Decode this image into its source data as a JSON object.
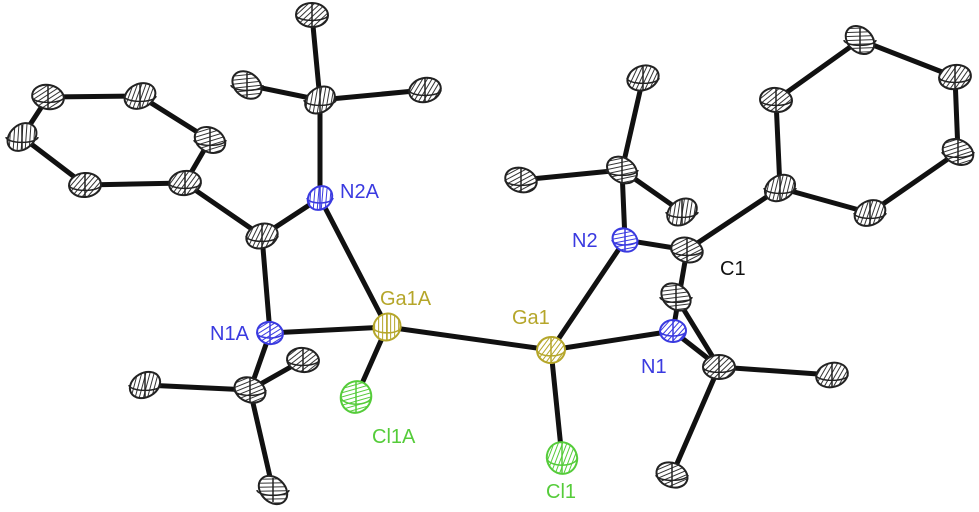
{
  "colors": {
    "carbon": "#9a9a9a",
    "nitrogen": "#3a3ae0",
    "gallium": "#b5a62a",
    "chlorine": "#55cc3a",
    "bond": "#111111"
  },
  "labels": {
    "n2a": "N2A",
    "ga1a": "Ga1A",
    "n1a": "N1A",
    "cl1a": "Cl1A",
    "ga1": "Ga1",
    "n2": "N2",
    "c1": "C1",
    "n1": "N1",
    "cl1": "Cl1"
  }
}
